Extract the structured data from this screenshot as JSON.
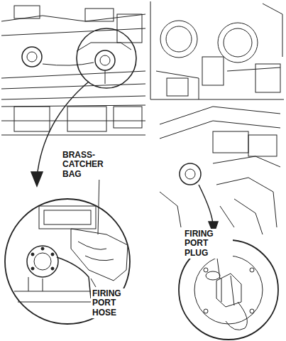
{
  "diagram": {
    "labels": [
      "BRASS-CATCHER BAG",
      "FIRING PORT HOSE",
      "FIRING PORT PLUG"
    ]
  }
}
